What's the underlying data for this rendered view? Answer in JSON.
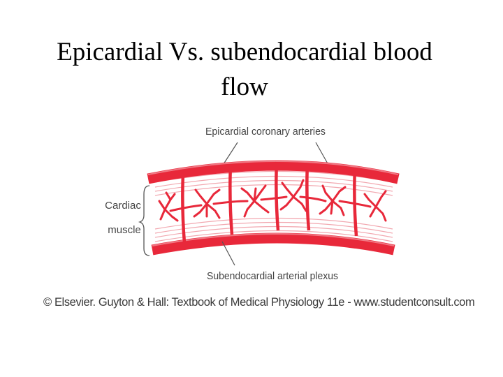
{
  "slide": {
    "title_line1": "Epicardial Vs. subendocardial blood",
    "title_line2": "flow"
  },
  "figure": {
    "label_top": "Epicardial coronary arteries",
    "label_left_line1": "Cardiac",
    "label_left_line2": "muscle",
    "label_bottom": "Subendocardial arterial plexus",
    "artery_color": "#e8283a",
    "tissue_line_color": "#f2a8b0",
    "caption": "© Elsevier. Guyton & Hall: Textbook of Medical Physiology 11e - www.studentconsult.com"
  }
}
